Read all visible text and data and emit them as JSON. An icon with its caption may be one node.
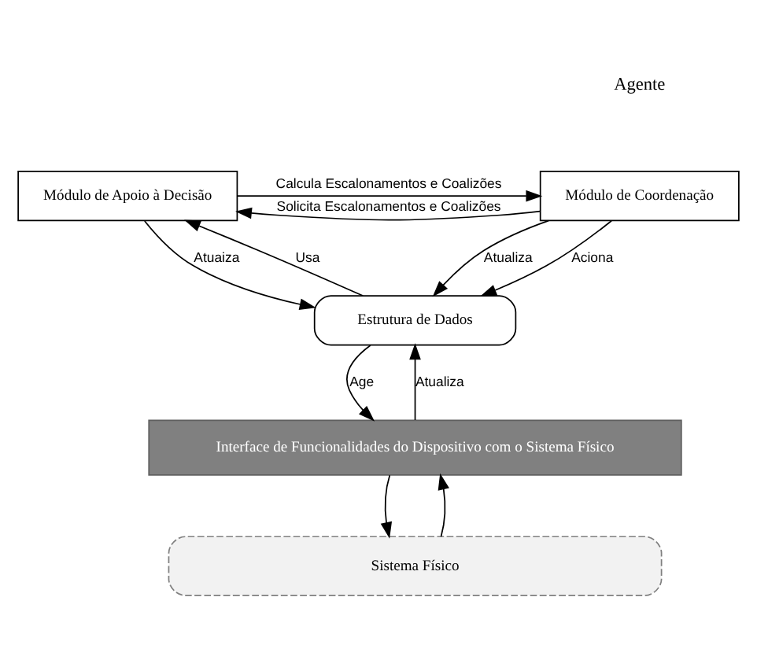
{
  "diagram": {
    "nodes": [
      {
        "text": [
          "Módulo de Apoio à Decisão"
        ]
      },
      {
        "text": [
          "Módulo de Coordenação"
        ]
      },
      {
        "text": [
          "Estrutura de Dados"
        ]
      },
      {
        "text": [
          "Interface de Funcionalidades do Dispositivo com o Sistema Físico"
        ]
      },
      {
        "text": [
          "Sistema Físico"
        ]
      }
    ],
    "edges": [
      {
        "from": 1,
        "to": 0,
        "arrow": "to",
        "label": "Solicita Escalonamentos e Coalizões"
      },
      {
        "from": 0,
        "to": 1,
        "arrow": "to",
        "label": "Calcula Escalonamentos e Coalizões"
      },
      {
        "from": 2,
        "to": 0,
        "arrow": "to",
        "label": "Usa"
      },
      {
        "from": 1,
        "to": 2,
        "arrow": "to",
        "label": "Atualiza"
      },
      {
        "from": 0,
        "to": 2,
        "arrow": "to",
        "label": "Atuaiza"
      },
      {
        "from": 1,
        "to": 2,
        "arrow": "to",
        "label": "Aciona"
      },
      {
        "from": 2,
        "to": 3,
        "arrow": "to",
        "label": "Age"
      },
      {
        "from": 3,
        "to": 2,
        "arrow": "to",
        "label": "Atualiza"
      },
      {
        "from": 3,
        "to": 4,
        "arrow": "to"
      },
      {
        "from": 4,
        "to": 3,
        "arrow": "to"
      }
    ],
    "labels": [
      "Agente"
    ]
  }
}
